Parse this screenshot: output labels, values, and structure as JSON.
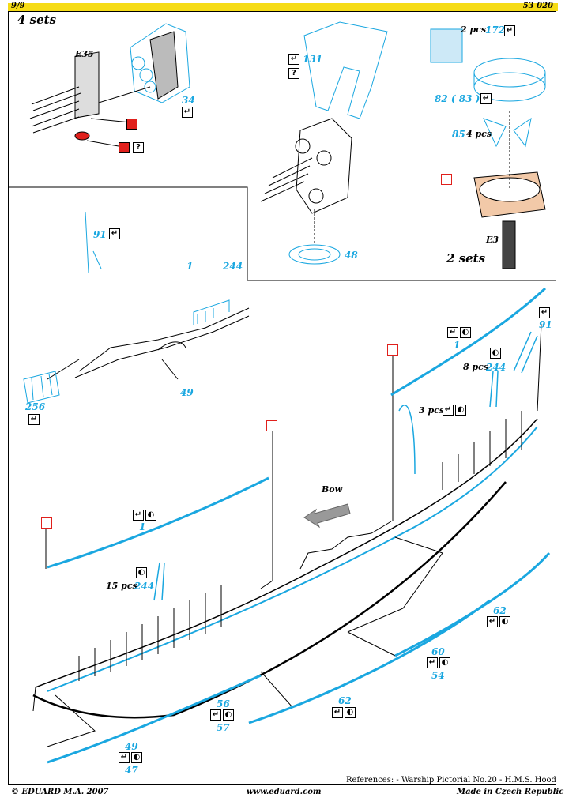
{
  "header": {
    "page": "9/9",
    "code": "53 020"
  },
  "labels": {
    "four_sets": "4 sets",
    "two_sets": "2 sets",
    "e35": "E35",
    "e3": "E3",
    "bow": "Bow",
    "two_pcs": "2 pcs",
    "four_pcs": "4 pcs",
    "eight_pcs": "8 pcs",
    "three_pcs": "3 pcs",
    "fifteen_pcs": "15 pcs"
  },
  "parts": {
    "p34": "34",
    "p131": "131",
    "p172": "172",
    "p82": "82 ( 83 )",
    "p85": "85",
    "p48": "48",
    "p91a": "91",
    "p1a": "1",
    "p244a": "244",
    "p49a": "49",
    "p256": "256",
    "p91b": "91",
    "p1b": "1",
    "p244b": "244",
    "p1c": "1",
    "p244c": "244",
    "p62a": "62",
    "p60": "60",
    "p54": "54",
    "p56": "56",
    "p57": "57",
    "p62b": "62",
    "p49b": "49",
    "p47": "47"
  },
  "symbols": {
    "fold": "↵",
    "unknown": "?",
    "bend": "◐"
  },
  "colors": {
    "photo_etch": "#1aa7e0",
    "plastic_flesh": "#f2c9a8",
    "paint_red": "#e0201c",
    "header": "#f6dc16"
  },
  "footer": {
    "copyright": "© EDUARD  M.A. 2007",
    "website": "www.eduard.com",
    "origin": "Made in Czech Republic",
    "references": "References: - Warship Pictorial No.20 - H.M.S. Hood"
  }
}
